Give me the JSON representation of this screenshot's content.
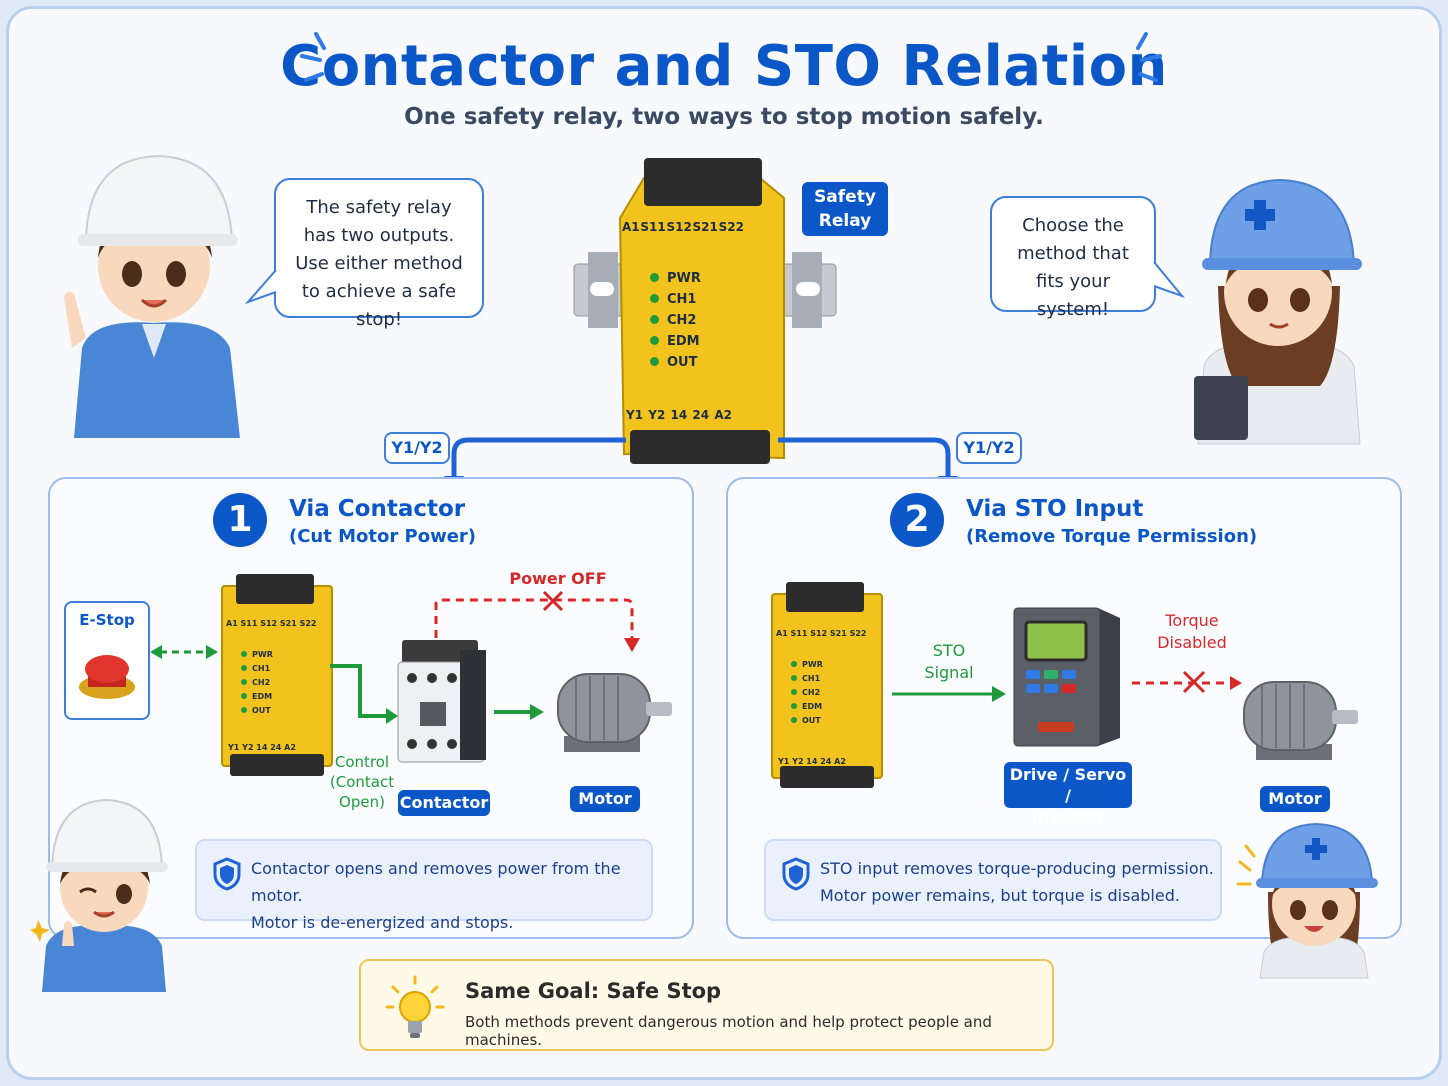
{
  "header": {
    "title": "Contactor and STO Relation",
    "subtitle": "One safety relay, two ways to stop motion safely."
  },
  "bubbles": {
    "left": [
      "The safety relay",
      "has two outputs.",
      "Use either method",
      "to achieve a safe stop!"
    ],
    "right": [
      "Choose the",
      "method that",
      "fits your system!"
    ]
  },
  "relay": {
    "tag_line1": "Safety",
    "tag_line2": "Relay",
    "top_terminals": [
      "A1",
      "S11",
      "S12",
      "S21",
      "S22"
    ],
    "leds": [
      "PWR",
      "CH1",
      "CH2",
      "EDM",
      "OUT"
    ],
    "bottom_terminals": [
      "Y1",
      "Y2",
      "14",
      "24",
      "A2"
    ],
    "output_left": "Y1/Y2",
    "output_right": "Y1/Y2"
  },
  "panel_contactor": {
    "number": "1",
    "title": "Via Contactor",
    "subtitle": "(Cut Motor Power)",
    "estop_label": "E-Stop",
    "power_off_label": "Power OFF",
    "control_line1": "Control",
    "control_line2": "(Contact Open)",
    "contactor_tag": "Contactor",
    "motor_tag": "Motor",
    "note_line1": "Contactor opens and removes power from the motor.",
    "note_line2": "Motor is de-energized and stops."
  },
  "panel_sto": {
    "number": "2",
    "title": "Via STO Input",
    "subtitle": "(Remove Torque Permission)",
    "signal_line1": "STO",
    "signal_line2": "Signal",
    "torque_line1": "Torque",
    "torque_line2": "Disabled",
    "drive_line1": "Drive / Servo /",
    "drive_line2": "Inverter",
    "motor_tag": "Motor",
    "note_line1": "STO input removes torque-producing permission.",
    "note_line2": "Motor power remains, but torque is disabled."
  },
  "footer": {
    "heading": "Same Goal: Safe Stop",
    "body": "Both methods prevent dangerous motion and help protect people and machines."
  },
  "colors": {
    "brand_blue": "#0b57c8",
    "relay_yellow": "#f2c31c",
    "signal_green": "#1e9a3a",
    "stop_red": "#d62828"
  }
}
